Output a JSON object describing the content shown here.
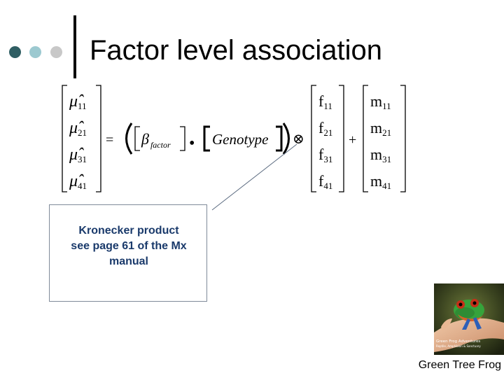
{
  "slide": {
    "title": "Factor level association",
    "colors": {
      "dot_dark": "#2f5e63",
      "dot_light": "#9cc9d0",
      "dot_grey": "#c8c8c8",
      "callout_text": "#1a3a6b"
    }
  },
  "equation": {
    "lhs_vector": {
      "symbol": "μ̂",
      "subscripts": [
        "11",
        "21",
        "31",
        "41"
      ]
    },
    "equals": "=",
    "beta": {
      "symbol": "β",
      "subscript": "factor"
    },
    "dot_operator": "•",
    "genotype_label": "Genotype",
    "kronecker": "⊗",
    "plus": "+",
    "f_vector": {
      "symbol": "f",
      "subscripts": [
        "11",
        "21",
        "31",
        "41"
      ]
    },
    "m_vector": {
      "symbol": "m",
      "subscripts": [
        "11",
        "21",
        "31",
        "41"
      ]
    }
  },
  "callout": {
    "text": "Kronecker product\nsee page 61 of the Mx\nmanual"
  },
  "photo": {
    "caption": "Green Tree Frog",
    "watermark_line1": "Green Frog Adventures",
    "watermark_line2": "Reptile, Amphibian & Sanctuary"
  }
}
